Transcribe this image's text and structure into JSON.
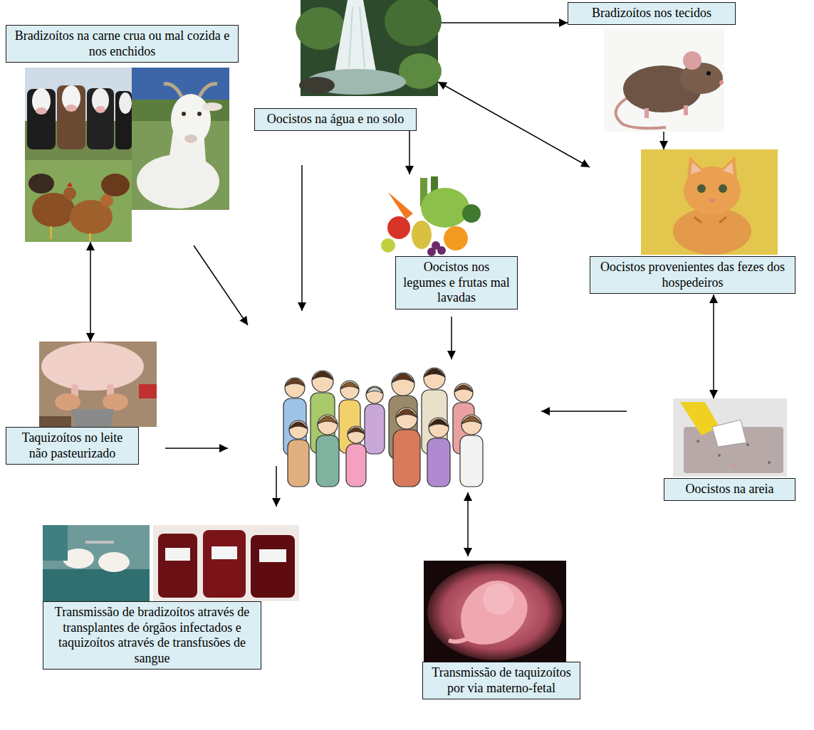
{
  "diagram": {
    "nodes": [
      {
        "text": [
          "Bradizoítos na carne crua ou mal cozida e nos enchidos"
        ]
      },
      {
        "text": [
          "Oocistos na água e no solo"
        ]
      },
      {
        "text": [
          "Bradizoítos nos tecidos"
        ]
      },
      {
        "text": [
          "Oocistos nos legumes e frutas mal lavadas"
        ]
      },
      {
        "text": [
          "Oocistos provenientes das fezes dos hospedeiros"
        ]
      },
      {
        "text": [
          "Taquizoítos no leite não pasteurizado"
        ]
      },
      {
        "text": [
          "Oocistos na areia"
        ]
      },
      {
        "text": [
          "Transmissão de bradizoítos através de transplantes de órgãos infectados e taquizoítos através de transfusões de sangue"
        ]
      },
      {
        "text": [
          "Transmissão de taquizoítos por via materno-fetal"
        ]
      }
    ],
    "edges": [
      {
        "from": 0,
        "to": 5,
        "arrow": "both"
      },
      {
        "from": 1,
        "to": 2,
        "arrow": "to"
      },
      {
        "from": 1,
        "to": 3,
        "arrow": "to"
      },
      {
        "from": 1,
        "to": 4,
        "arrow": "both"
      },
      {
        "from": 2,
        "to": 4,
        "arrow": "to"
      },
      {
        "from": 4,
        "to": 6,
        "arrow": "both"
      }
    ]
  }
}
